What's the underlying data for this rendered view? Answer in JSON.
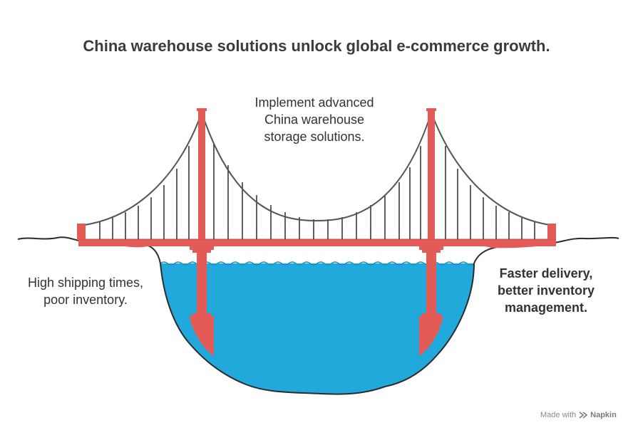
{
  "title": "China warehouse solutions unlock global e-commerce growth.",
  "center_label": [
    "Implement advanced",
    "China warehouse",
    "storage solutions."
  ],
  "left_label": [
    "High shipping times,",
    "poor inventory."
  ],
  "right_label": [
    "Faster delivery,",
    "better inventory",
    "management."
  ],
  "footer": {
    "prefix": "Made with",
    "brand": "Napkin"
  },
  "colors": {
    "tower": "#e35b57",
    "water": "#21a9dc",
    "cable": "#555555",
    "ground": "#2b2b2b"
  },
  "icons": {
    "footer_logo": "napkin-logo-icon"
  }
}
